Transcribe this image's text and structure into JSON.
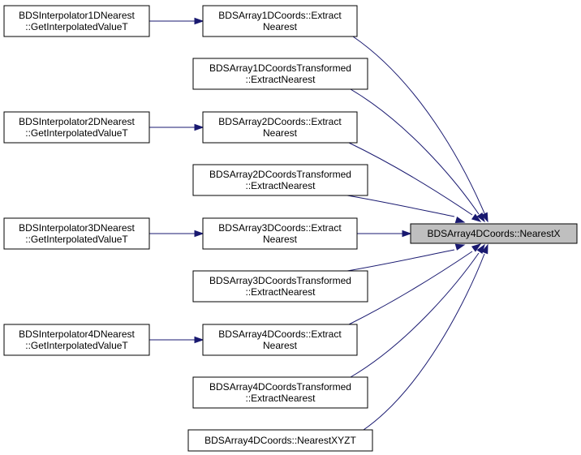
{
  "graph": {
    "target": {
      "id": "target",
      "lines": [
        "BDSArray4DCoords::NearestX"
      ],
      "highlighted": true
    },
    "nodes": [
      {
        "id": "interp1d",
        "lines": [
          "BDSInterpolator1DNearest",
          "::GetInterpolatedValueT"
        ]
      },
      {
        "id": "interp2d",
        "lines": [
          "BDSInterpolator2DNearest",
          "::GetInterpolatedValueT"
        ]
      },
      {
        "id": "interp3d",
        "lines": [
          "BDSInterpolator3DNearest",
          "::GetInterpolatedValueT"
        ]
      },
      {
        "id": "interp4d",
        "lines": [
          "BDSInterpolator4DNearest",
          "::GetInterpolatedValueT"
        ]
      },
      {
        "id": "a1d",
        "lines": [
          "BDSArray1DCoords::Extract",
          "Nearest"
        ]
      },
      {
        "id": "a1dt",
        "lines": [
          "BDSArray1DCoordsTransformed",
          "::ExtractNearest"
        ]
      },
      {
        "id": "a2d",
        "lines": [
          "BDSArray2DCoords::Extract",
          "Nearest"
        ]
      },
      {
        "id": "a2dt",
        "lines": [
          "BDSArray2DCoordsTransformed",
          "::ExtractNearest"
        ]
      },
      {
        "id": "a3d",
        "lines": [
          "BDSArray3DCoords::Extract",
          "Nearest"
        ]
      },
      {
        "id": "a3dt",
        "lines": [
          "BDSArray3DCoordsTransformed",
          "::ExtractNearest"
        ]
      },
      {
        "id": "a4d",
        "lines": [
          "BDSArray4DCoords::Extract",
          "Nearest"
        ]
      },
      {
        "id": "a4dt",
        "lines": [
          "BDSArray4DCoordsTransformed",
          "::ExtractNearest"
        ]
      },
      {
        "id": "nxyzt",
        "lines": [
          "BDSArray4DCoords::NearestXYZT"
        ]
      }
    ],
    "edges": [
      {
        "from": "interp1d",
        "to": "a1d"
      },
      {
        "from": "interp2d",
        "to": "a2d"
      },
      {
        "from": "interp3d",
        "to": "a3d"
      },
      {
        "from": "interp4d",
        "to": "a4d"
      },
      {
        "from": "a1d",
        "to": "target"
      },
      {
        "from": "a1dt",
        "to": "target"
      },
      {
        "from": "a2d",
        "to": "target"
      },
      {
        "from": "a2dt",
        "to": "target"
      },
      {
        "from": "a3d",
        "to": "target"
      },
      {
        "from": "a3dt",
        "to": "target"
      },
      {
        "from": "a4d",
        "to": "target"
      },
      {
        "from": "a4dt",
        "to": "target"
      },
      {
        "from": "nxyzt",
        "to": "target"
      }
    ],
    "colors": {
      "edge": "#191970",
      "node_fill": "#ffffff",
      "highlight_fill": "#bfbfbf",
      "border": "#000000",
      "text": "#000000"
    }
  }
}
